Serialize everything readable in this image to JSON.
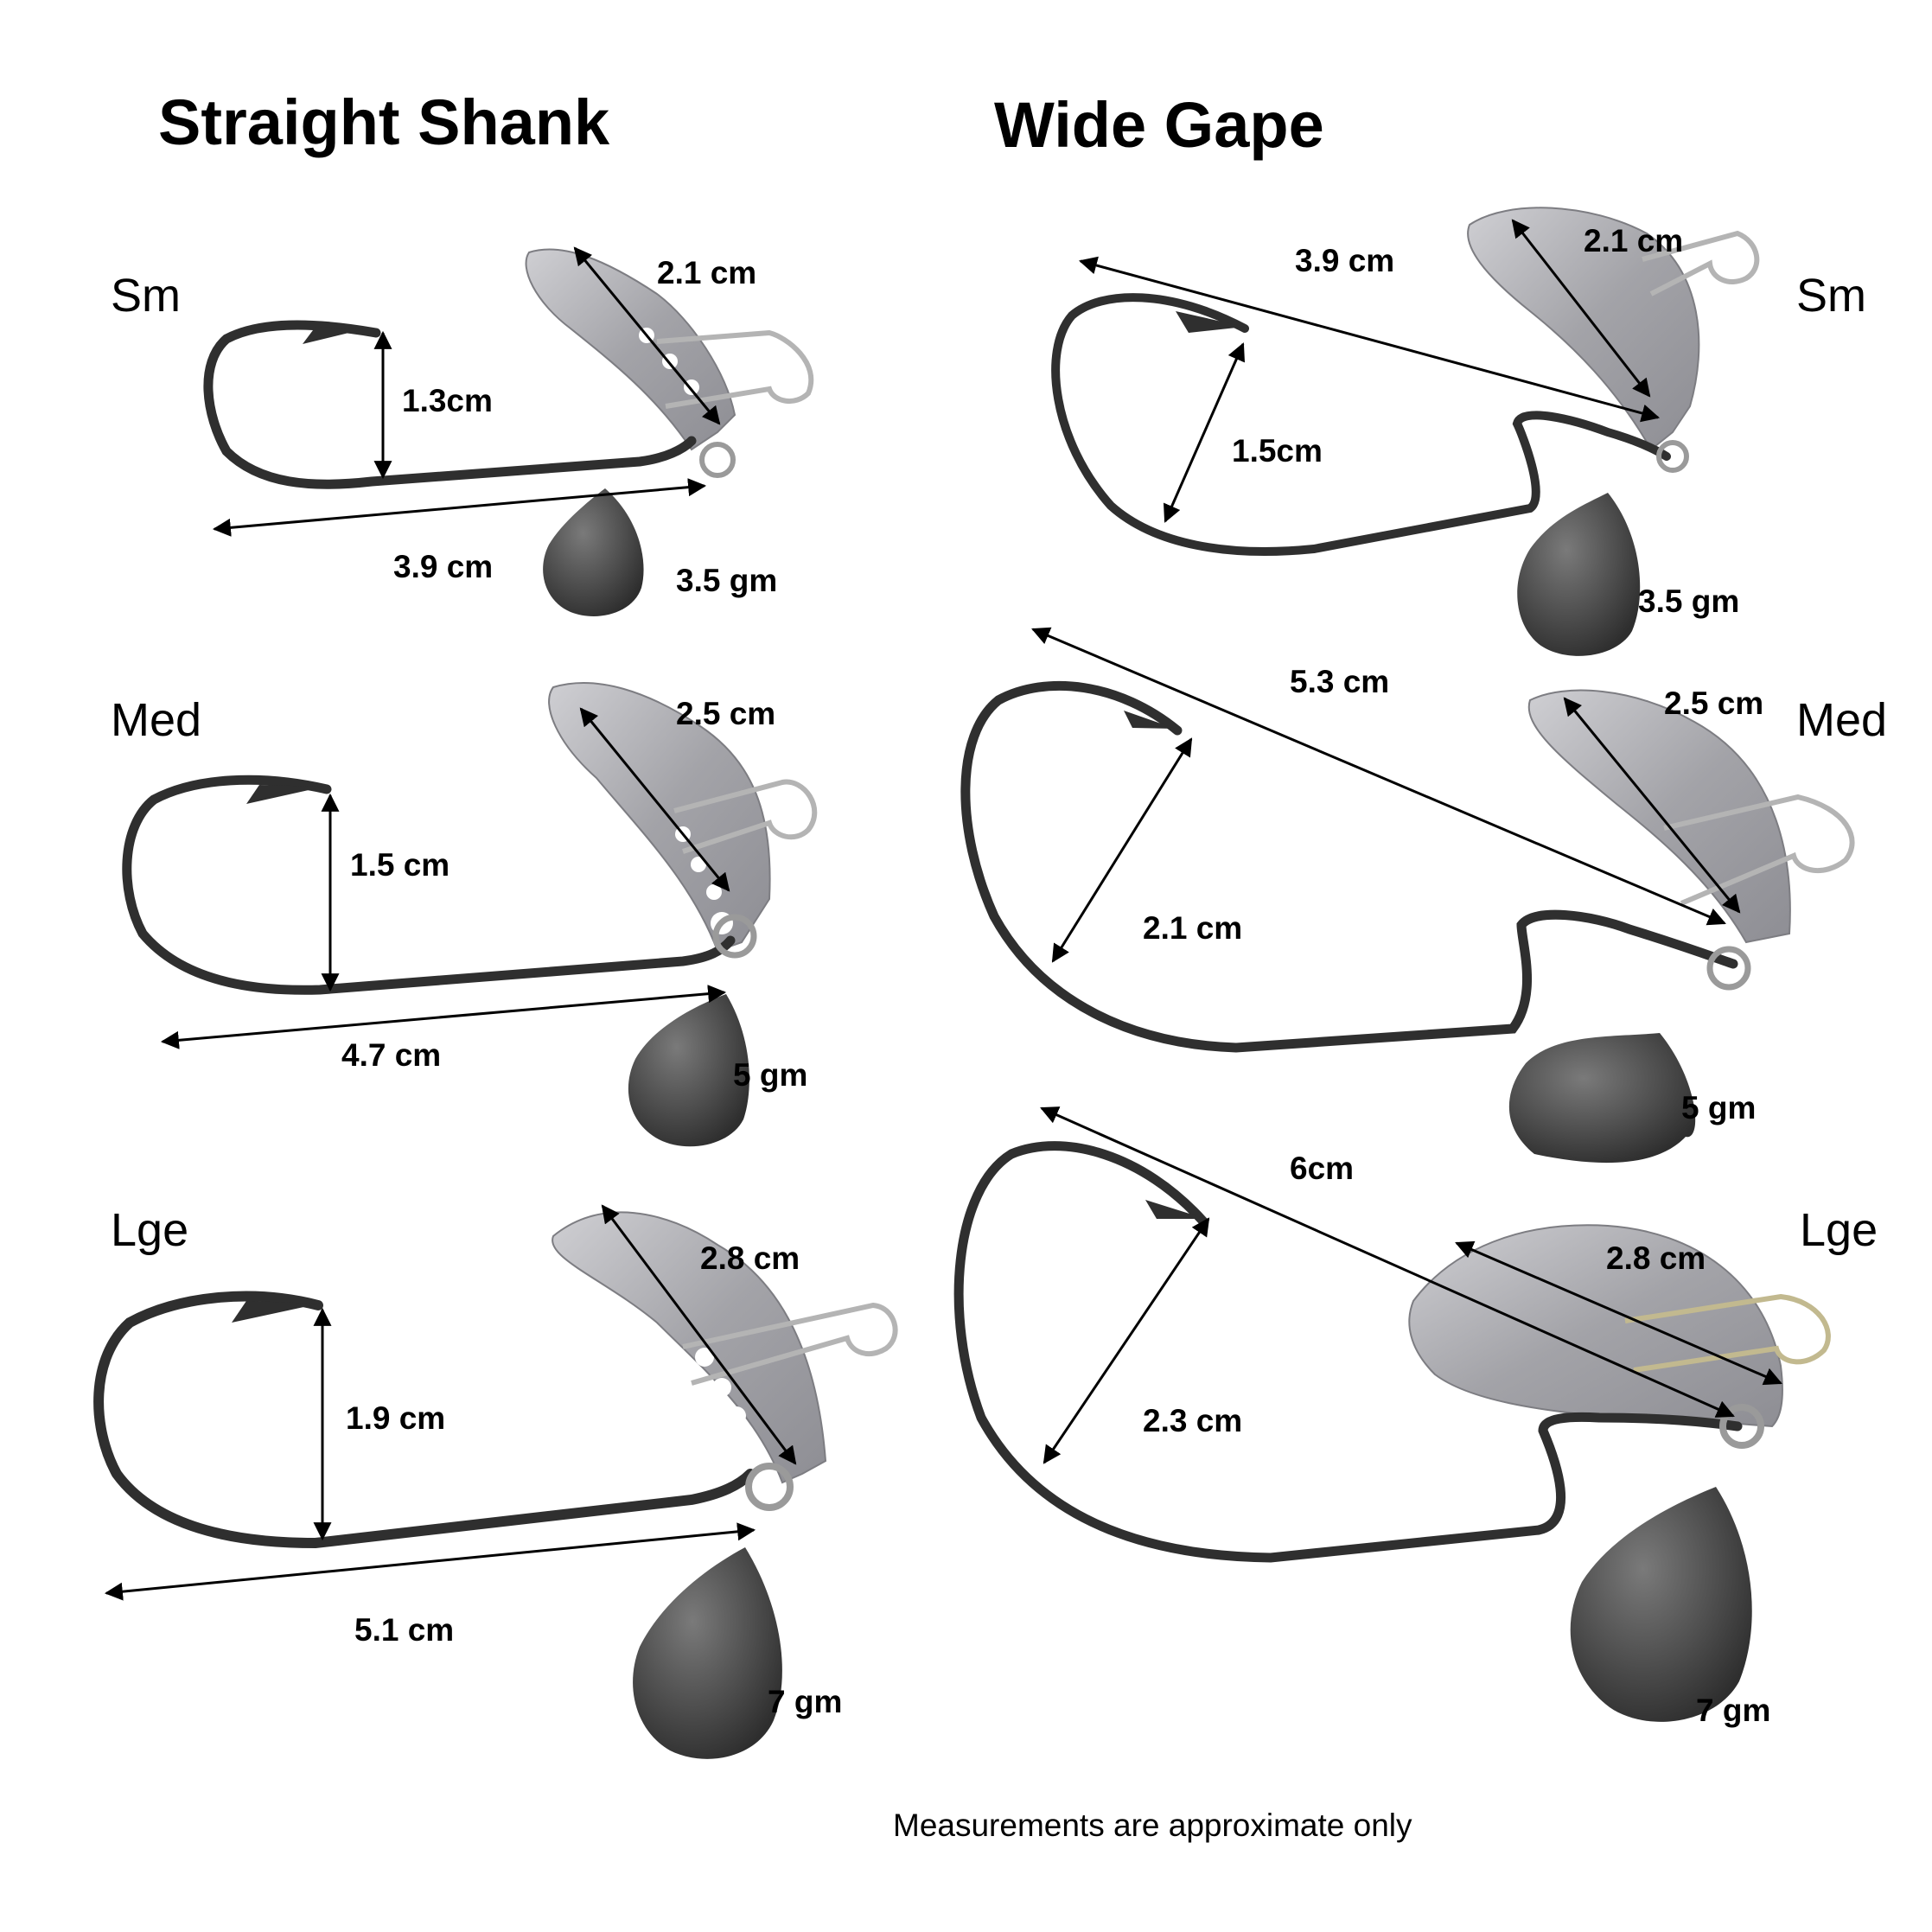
{
  "straight_shank": {
    "title": "Straight Shank",
    "small": {
      "size": "Sm",
      "blade": "2.1 cm",
      "gape": "1.3cm",
      "length": "3.9 cm",
      "weight": "3.5 gm"
    },
    "medium": {
      "size": "Med",
      "blade": "2.5 cm",
      "gape": "1.5 cm",
      "length": "4.7 cm",
      "weight": "5 gm"
    },
    "large": {
      "size": "Lge",
      "blade": "2.8 cm",
      "gape": "1.9 cm",
      "length": "5.1 cm",
      "weight": "7 gm"
    }
  },
  "wide_gape": {
    "title": "Wide Gape",
    "small": {
      "size": "Sm",
      "blade": "2.1 cm",
      "gape": "1.5cm",
      "length": "3.9 cm",
      "weight": "3.5 gm"
    },
    "medium": {
      "size": "Med",
      "blade": "2.5 cm",
      "gape": "2.1 cm",
      "length": "5.3 cm",
      "weight": "5 gm"
    },
    "large": {
      "size": "Lge",
      "blade": "2.8 cm",
      "gape": "2.3 cm",
      "length": "6cm",
      "weight": "7 gm"
    }
  },
  "footnote": "Measurements are approximate only",
  "colors": {
    "hook": "#2f2f2f",
    "blade": "#a8a8ac",
    "sinker": "#4a4a4a",
    "arrow": "#000000"
  }
}
